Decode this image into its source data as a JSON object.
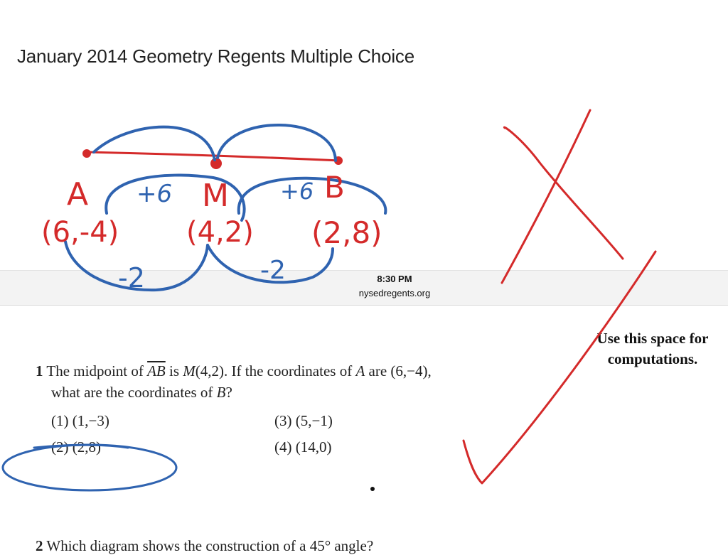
{
  "document": {
    "title": "January 2014 Geometry Regents Multiple Choice"
  },
  "status_bar": {
    "time": "8:30 PM",
    "url": "nysedregents.org"
  },
  "margin_note": {
    "line1": "Use this space for",
    "line2": "computations."
  },
  "question1": {
    "number": "1",
    "text_before": "The midpoint of",
    "segment": "AB",
    "text_is": "is",
    "midpoint_label": "M",
    "midpoint_coords": "(4,2). If the coordinates of",
    "point_a": "A",
    "text_are": "are (6,−4),",
    "line2_start": "what are the coordinates of",
    "point_b": "B",
    "line2_end": "?",
    "choices": [
      {
        "label": "(1)",
        "value": "(1,−3)"
      },
      {
        "label": "(2)",
        "value": "(2,8)"
      },
      {
        "label": "(3)",
        "value": "(5,−1)"
      },
      {
        "label": "(4)",
        "value": "(14,0)"
      }
    ]
  },
  "question2": {
    "number": "2",
    "text": "Which diagram shows the construction of a 45° angle?"
  },
  "annotations": {
    "point_a": "A",
    "point_m": "M",
    "point_b": "B",
    "coords_a": "(6,-4)",
    "coords_m": "(4,2)",
    "coords_b": "(2,8)",
    "step_x_left": "+6",
    "step_x_right": "+6",
    "step_y_left": "-2",
    "step_y_right": "-2",
    "colors": {
      "red_ink": "#d42a2a",
      "blue_ink": "#2f63b0"
    }
  }
}
